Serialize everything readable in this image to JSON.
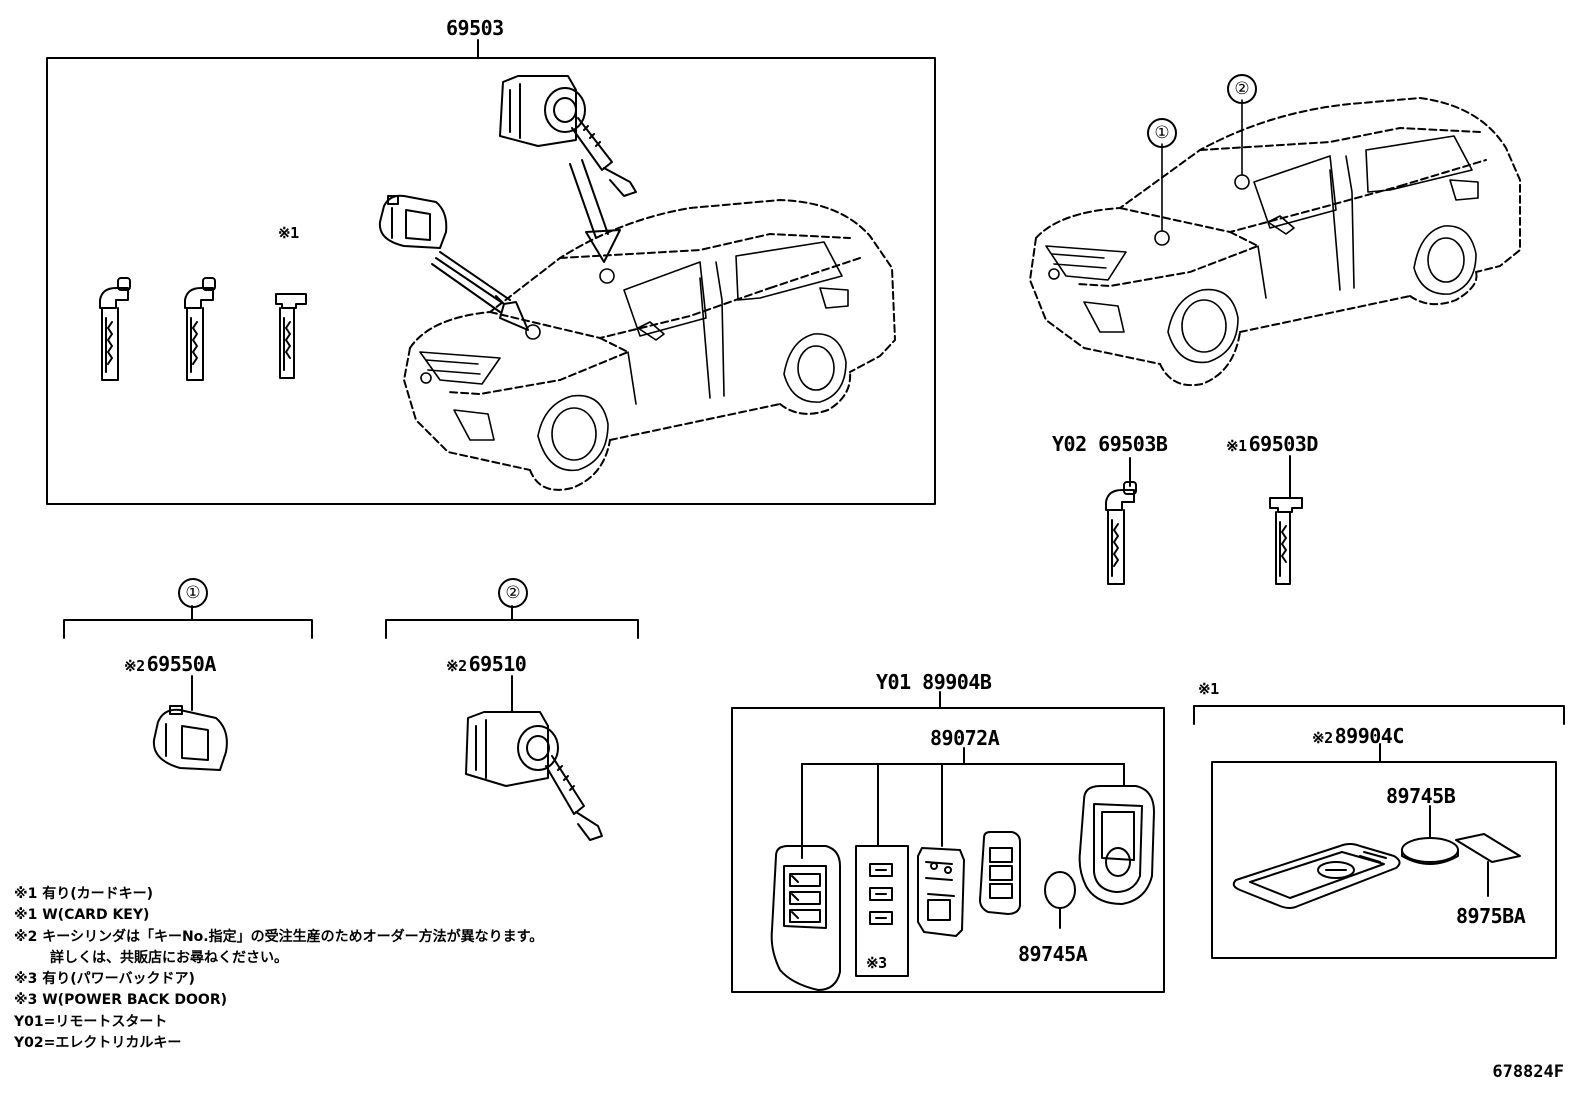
{
  "labels": {
    "main_assembly": "69503",
    "key_y02": "Y02 69503B",
    "key_d_mark": "※1",
    "key_d": "69503D",
    "cyl_a_mark": "※2",
    "cyl_a": "69550A",
    "cyl_b_mark": "※2",
    "cyl_b": "69510",
    "remote_set": "Y01 89904B",
    "transmitter": "89072A",
    "battery_a": "89745A",
    "card_set_mark": "※1",
    "card_set_inner_mark": "※2",
    "card_set": "89904C",
    "battery_b": "89745B",
    "card_case": "8975BA",
    "key_card_mark": "※1",
    "button_mark": "※3"
  },
  "callouts": {
    "one": "①",
    "two": "②"
  },
  "notes": [
    "※1 有り(カードキー)",
    "※1 W(CARD KEY)",
    "※2 キーシリンダは「キーNo.指定」の受注生産のためオーダー方法が異なります。",
    "詳しくは、共販店にお尋ねください。",
    "※3 有り(パワーバックドア)",
    "※3 W(POWER BACK DOOR)",
    "Y01=リモートスタート",
    "Y02=エレクトリカルキー"
  ],
  "diagram_code": "678824F"
}
